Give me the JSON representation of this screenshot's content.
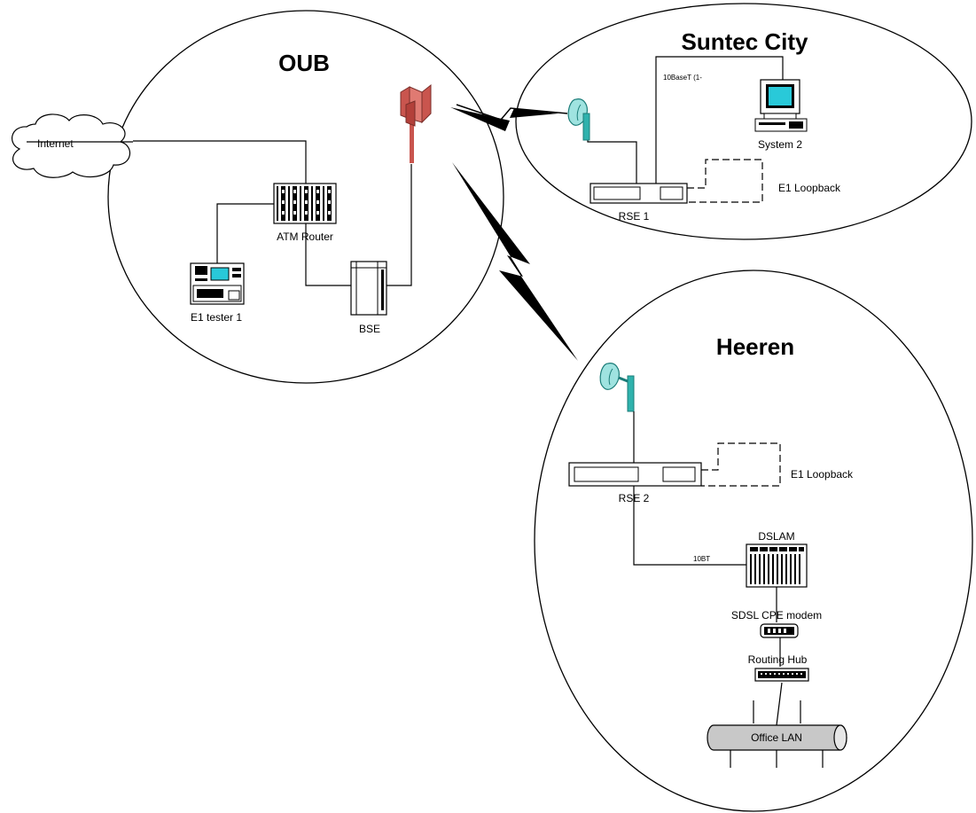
{
  "sites": {
    "oub": {
      "title": "OUB"
    },
    "suntec": {
      "title": "Suntec City"
    },
    "heeren": {
      "title": "Heeren"
    }
  },
  "labels": {
    "internet": "Internet",
    "atm_router": "ATM Router",
    "e1_tester": "E1 tester 1",
    "bse": "BSE",
    "system2": "System 2",
    "rse1": "RSE 1",
    "e1_loopback_1": "E1 Loopback",
    "link_10baset": "10BaseT (1-",
    "rse2": "RSE 2",
    "e1_loopback_2": "E1 Loopback",
    "dslam": "DSLAM",
    "link_10bt": "10BT",
    "sdsl_modem": "SDSL CPE modem",
    "routing_hub": "Routing Hub",
    "office_lan": "Office LAN"
  },
  "colors": {
    "antenna_teal": "#2fb2ad",
    "antenna_red": "#c9554e",
    "monitor_screen": "#29c9d9"
  },
  "icons": [
    "cloud-icon",
    "router-rack-icon",
    "tester-icon",
    "bse-cabinet-icon",
    "sector-antenna-icon",
    "dish-antenna-icon",
    "computer-icon",
    "rse-unit-icon",
    "dslam-rack-icon",
    "modem-icon",
    "hub-icon",
    "lan-bus-icon",
    "wireless-bolt-icon"
  ]
}
